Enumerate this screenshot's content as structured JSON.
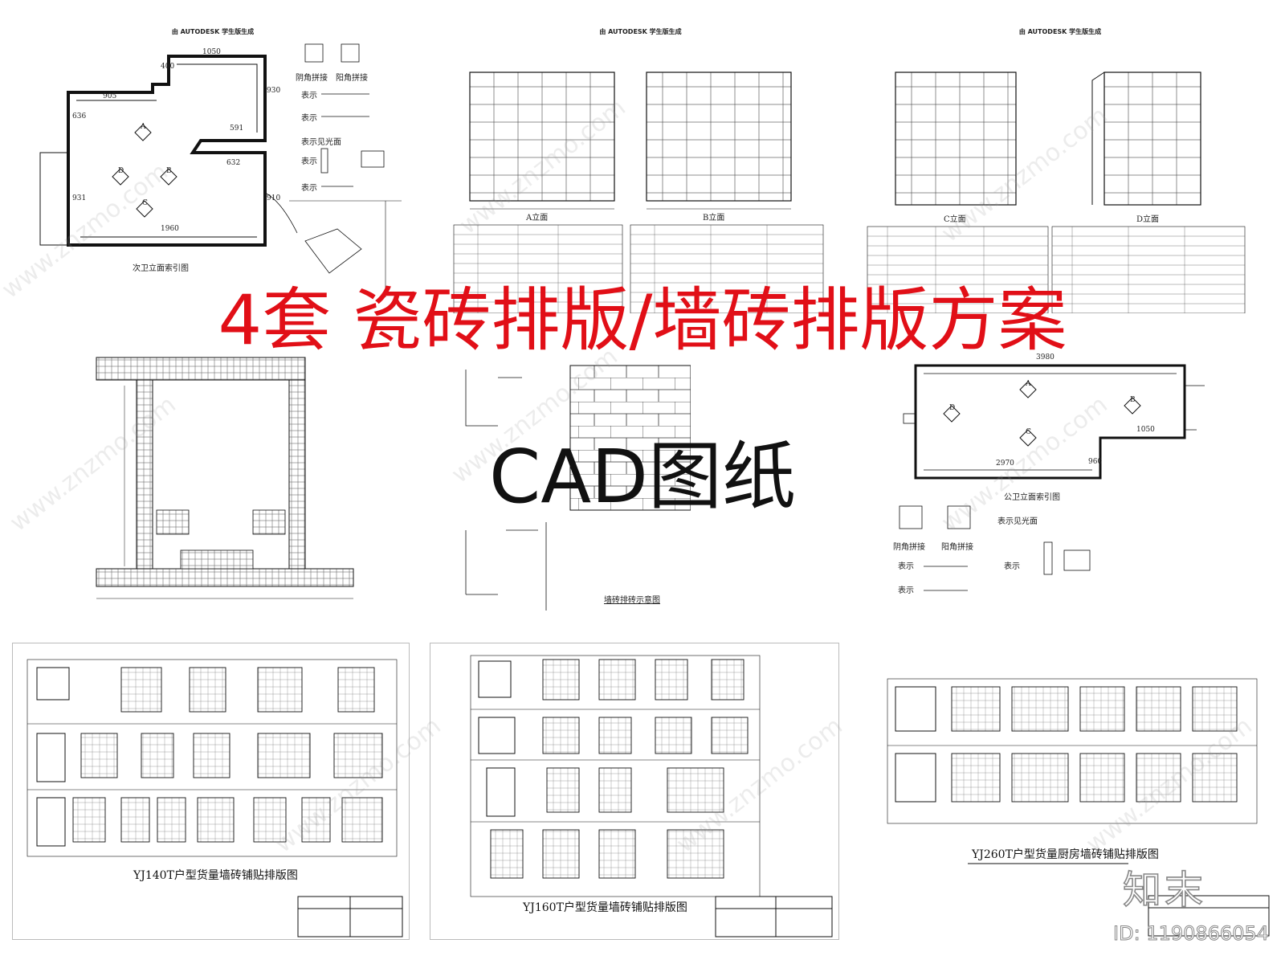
{
  "headline": "4套 瓷砖排版/墙砖排版方案",
  "subheadline": "CAD图纸",
  "watermark_text": "www.znzmo.com",
  "brand": "知末",
  "id_label": "ID: 1190866054",
  "autodesk_header": "由 AUTODESK 学生版生成",
  "sheet_a": {
    "caption": "次卫立面索引图",
    "corner_in": "阴角拼接",
    "corner_out": "阳角拼接",
    "show1": "表示",
    "show2": "表示",
    "show_light": "表示见光面",
    "show3": "表示",
    "show4": "表示",
    "dims": [
      "1050",
      "905",
      "400",
      "930",
      "636",
      "591",
      "632",
      "931",
      "910",
      "1960"
    ],
    "markers": [
      "A",
      "B",
      "C",
      "D"
    ]
  },
  "sheet_b": {
    "left_label": "A立面",
    "right_label": "B立面"
  },
  "sheet_c": {
    "left_label": "C立面",
    "right_label": "D立面"
  },
  "sheet_e": {
    "caption": "墙砖排砖示意图"
  },
  "sheet_f": {
    "caption": "公卫立面索引图",
    "corner_in": "阴角拼接",
    "corner_out": "阳角拼接",
    "show_light": "表示见光面",
    "show1": "表示",
    "show2": "表示",
    "show3": "表示",
    "dims": [
      "3980",
      "2970",
      "1050",
      "960"
    ],
    "markers": [
      "A",
      "B",
      "C",
      "D"
    ]
  },
  "sheet_g": {
    "caption": "YJ140T户型货量墙砖铺贴排版图"
  },
  "sheet_h": {
    "caption": "YJ160T户型货量墙砖铺贴排版图"
  },
  "sheet_i": {
    "caption": "YJ260T户型货量厨房墙砖铺贴排版图"
  }
}
